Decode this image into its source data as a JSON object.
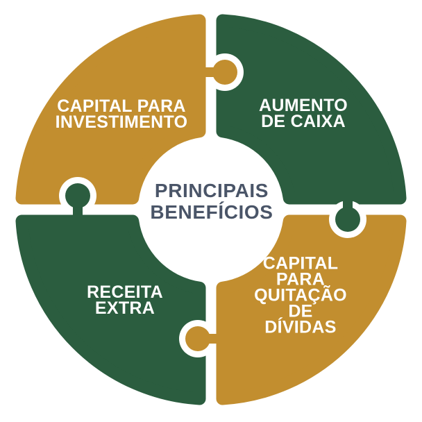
{
  "diagram": {
    "type": "circular-puzzle",
    "center_label": "PRINCIPAIS\nBENEFÍCIOS",
    "pieces": [
      {
        "position": "top-left",
        "label": "CAPITAL PARA\nINVESTIMENTO",
        "color_key": "gold"
      },
      {
        "position": "top-right",
        "label": "AUMENTO\nDE CAIXA",
        "color_key": "green"
      },
      {
        "position": "bottom-left",
        "label": "RECEITA\nEXTRA",
        "color_key": "green"
      },
      {
        "position": "bottom-right",
        "label": "CAPITAL PARA\nQUITAÇÃO DE\nDÍVIDAS",
        "color_key": "gold"
      }
    ]
  },
  "colors": {
    "gold": "#C28E2F",
    "green": "#2B5D3F",
    "center_text": "#4A5568",
    "piece_text": "#FFFFFF",
    "background": "#FFFFFF"
  }
}
